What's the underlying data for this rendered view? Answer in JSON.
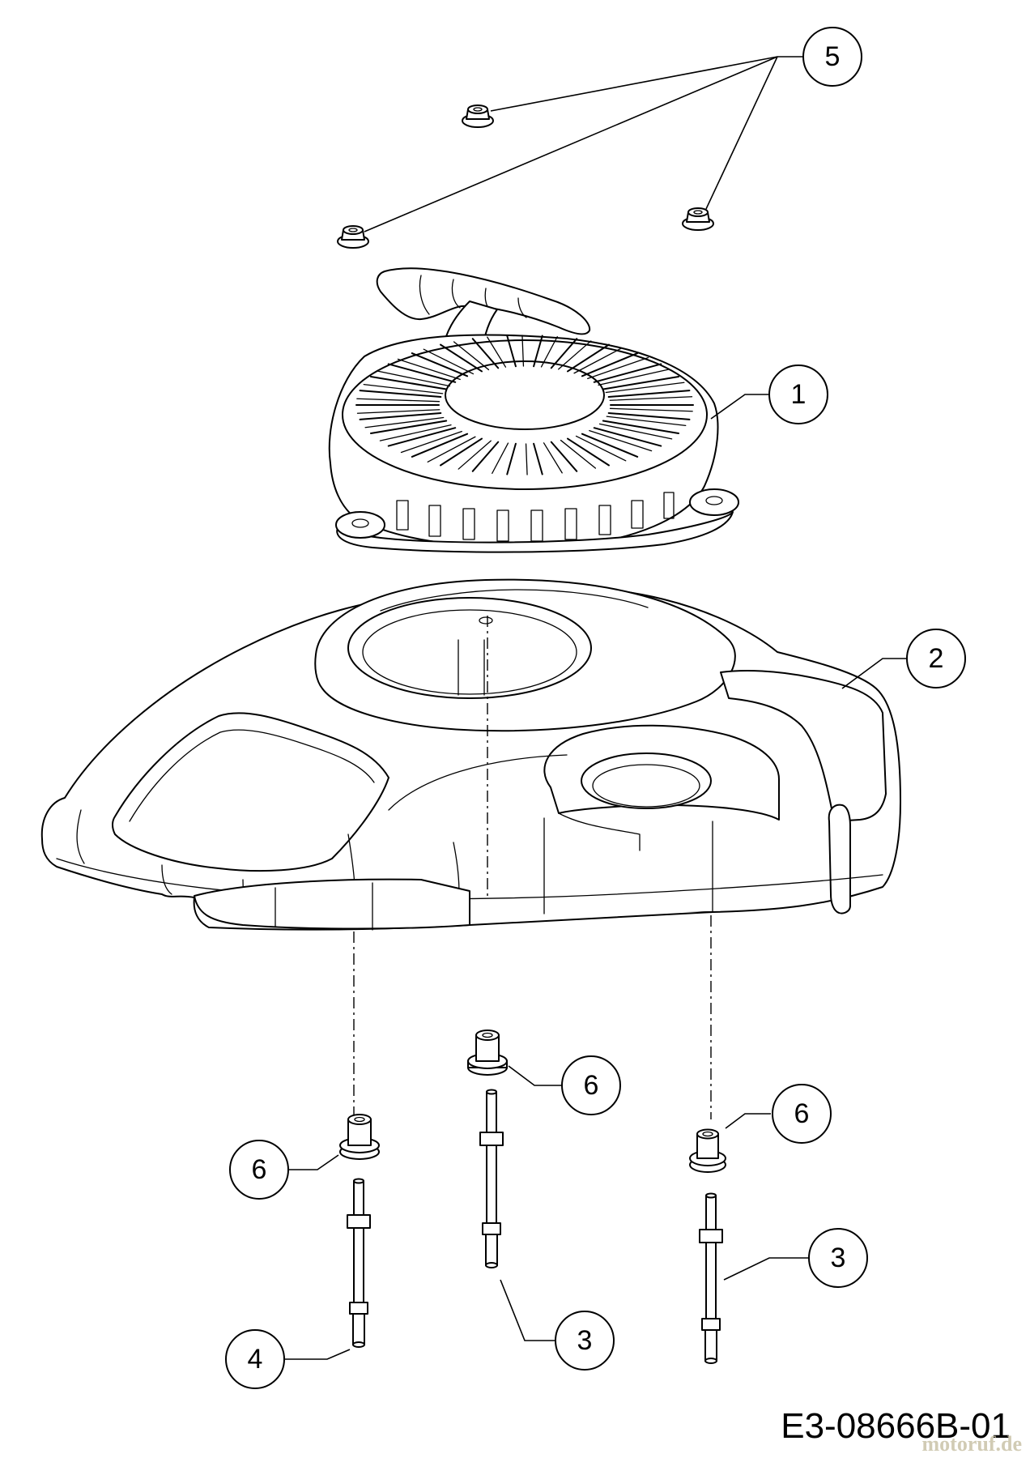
{
  "callouts": [
    {
      "id": "c5",
      "label": "5"
    },
    {
      "id": "c1",
      "label": "1"
    },
    {
      "id": "c2",
      "label": "2"
    },
    {
      "id": "c6a",
      "label": "6"
    },
    {
      "id": "c6b",
      "label": "6"
    },
    {
      "id": "c6c",
      "label": "6"
    },
    {
      "id": "c3a",
      "label": "3"
    },
    {
      "id": "c3b",
      "label": "3"
    },
    {
      "id": "c4",
      "label": "4"
    }
  ],
  "drawing_code": "E3-08666B-01",
  "watermark": "motoruf.de"
}
